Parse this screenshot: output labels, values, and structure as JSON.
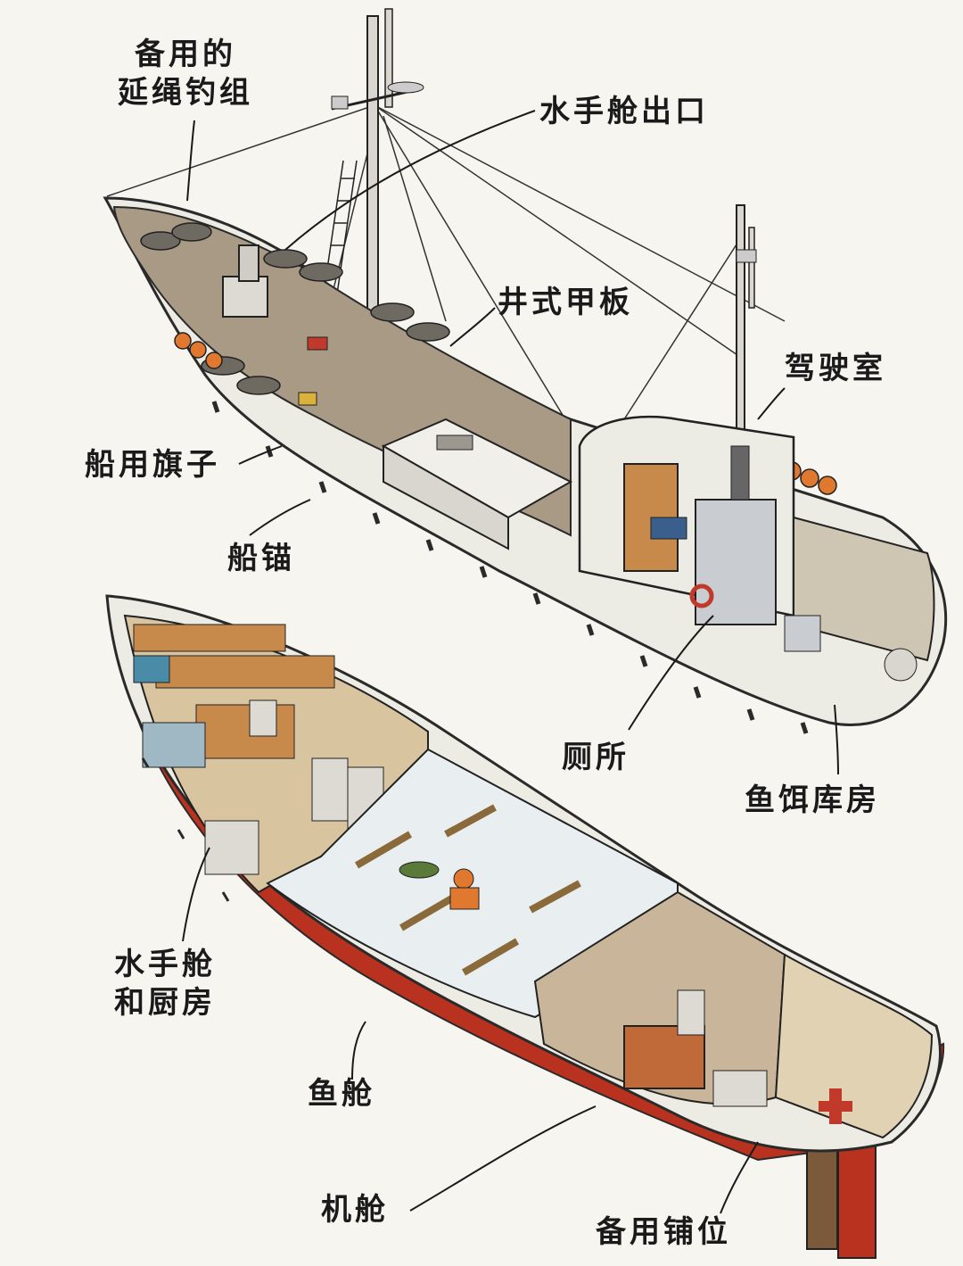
{
  "labels": {
    "spare_longline_1": "备用的",
    "spare_longline_2": "延绳钓组",
    "crew_hatch": "水手舱出口",
    "well_deck": "井式甲板",
    "wheelhouse": "驾驶室",
    "ship_flag": "船用旗子",
    "anchor": "船锚",
    "toilet": "厕所",
    "bait_store": "鱼饵库房",
    "crew_galley_1": "水手舱",
    "crew_galley_2": "和厨房",
    "fish_hold": "鱼舱",
    "engine_room": "机舱",
    "spare_berth": "备用铺位"
  },
  "colors": {
    "background": "#f7f5ef",
    "hull_outline": "#2a2a2a",
    "hull_white": "#ecebe4",
    "deck_wood": "#a89a84",
    "hull_red": "#b8321f",
    "buoy_orange": "#e0782f",
    "interior_wood": "#c88a4a",
    "ice_white": "#e9eef0"
  }
}
